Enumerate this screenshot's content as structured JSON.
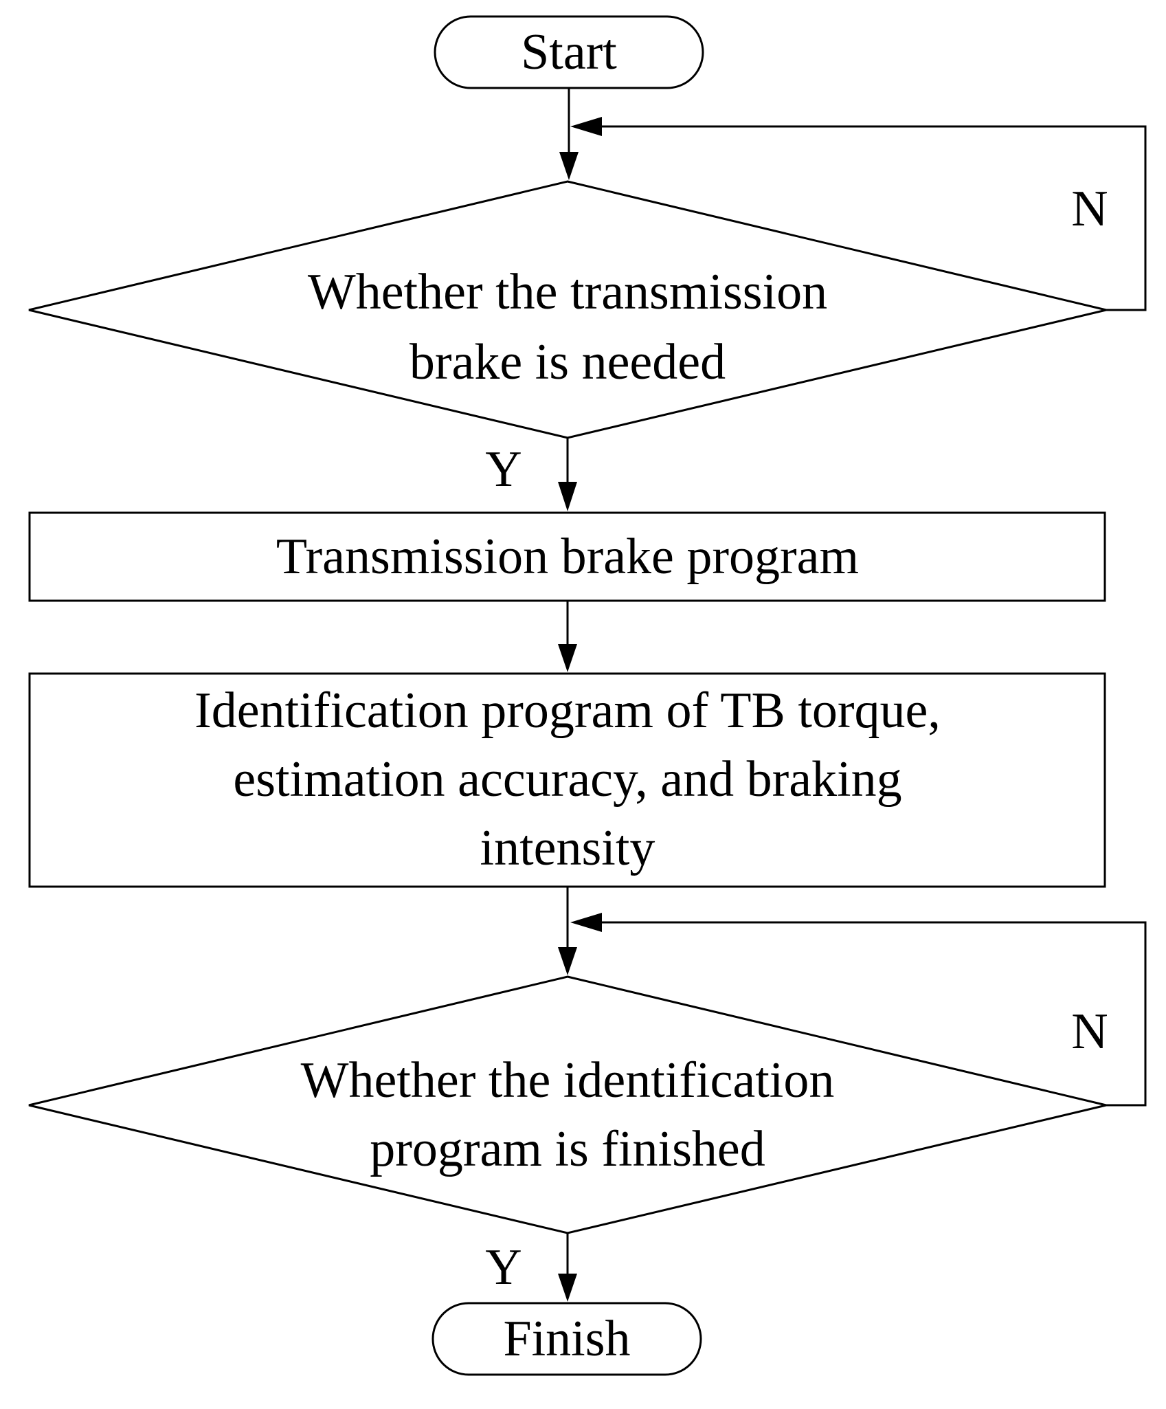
{
  "flowchart": {
    "start": {
      "label": "Start"
    },
    "decision1": {
      "line1": "Whether the transmission",
      "line2": "brake is needed"
    },
    "process1": {
      "label": "Transmission brake program"
    },
    "process2": {
      "line1": "Identification program of TB torque,",
      "line2": "estimation accuracy, and  braking",
      "line3": "intensity"
    },
    "decision2": {
      "line1": "Whether the identification",
      "line2": "program  is finished"
    },
    "finish": {
      "label": "Finish"
    },
    "branches": {
      "decision1_no": "N",
      "decision1_yes": "Y",
      "decision2_no": "N",
      "decision2_yes": "Y"
    }
  }
}
